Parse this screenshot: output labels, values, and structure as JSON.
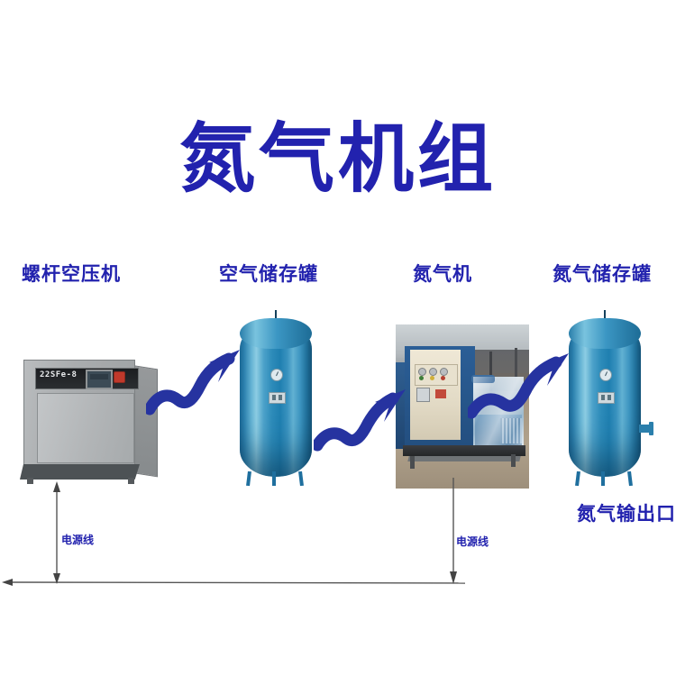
{
  "diagram": {
    "title": "氮气机组",
    "title_color": "#2222ae",
    "background": "#ffffff"
  },
  "labels": {
    "compressor": "螺杆空压机",
    "air_tank": "空气储存罐",
    "nitrogen_generator": "氮气机",
    "nitrogen_tank": "氮气储存罐",
    "nitrogen_outlet": "氮气输出口",
    "power_line_1": "电源线",
    "power_line_2": "电源线"
  },
  "equipment": {
    "compressor": {
      "name": "螺杆空压机",
      "model_text": "22SFe-8",
      "body_color": "#b0b4b6",
      "panel_color": "#1b1d20",
      "indicator_color": "#c0392b"
    },
    "air_tank": {
      "name": "空气储存罐",
      "color": "#2f8cba",
      "has_gauge": true,
      "has_nameplate": true
    },
    "nitrogen_generator": {
      "name": "氮气机",
      "cabinet_color": "#2b5e96",
      "door_color": "#efe8d6",
      "is_photograph": true
    },
    "nitrogen_tank": {
      "name": "氮气储存罐",
      "color": "#2f8cba",
      "has_gauge": true,
      "has_nameplate": true,
      "has_outlet_flange": true
    }
  },
  "flow_arrows": [
    {
      "id": "arrow-compressor-to-air-tank",
      "from": "螺杆空压机",
      "to": "空气储存罐",
      "color": "#2633a0",
      "style": "wavy"
    },
    {
      "id": "arrow-air-tank-to-nitrogen-generator",
      "from": "空气储存罐",
      "to": "氮气机",
      "color": "#2633a0",
      "style": "wavy"
    },
    {
      "id": "arrow-nitrogen-generator-to-nitrogen-tank",
      "from": "氮气机",
      "to": "氮气储存罐",
      "color": "#2633a0",
      "style": "wavy"
    }
  ],
  "power": {
    "line_color": "#555555",
    "connections": [
      {
        "id": "power-line-compressor",
        "label": "电源线",
        "equipment": "螺杆空压机"
      },
      {
        "id": "power-line-nitrogen-generator",
        "label": "电源线",
        "equipment": "氮气机"
      }
    ]
  },
  "icons": {
    "gauge": "gauge-icon",
    "nameplate": "nameplate-icon",
    "flow_arrow": "wavy-arrow-icon",
    "power_arrow": "double-arrow-icon"
  }
}
